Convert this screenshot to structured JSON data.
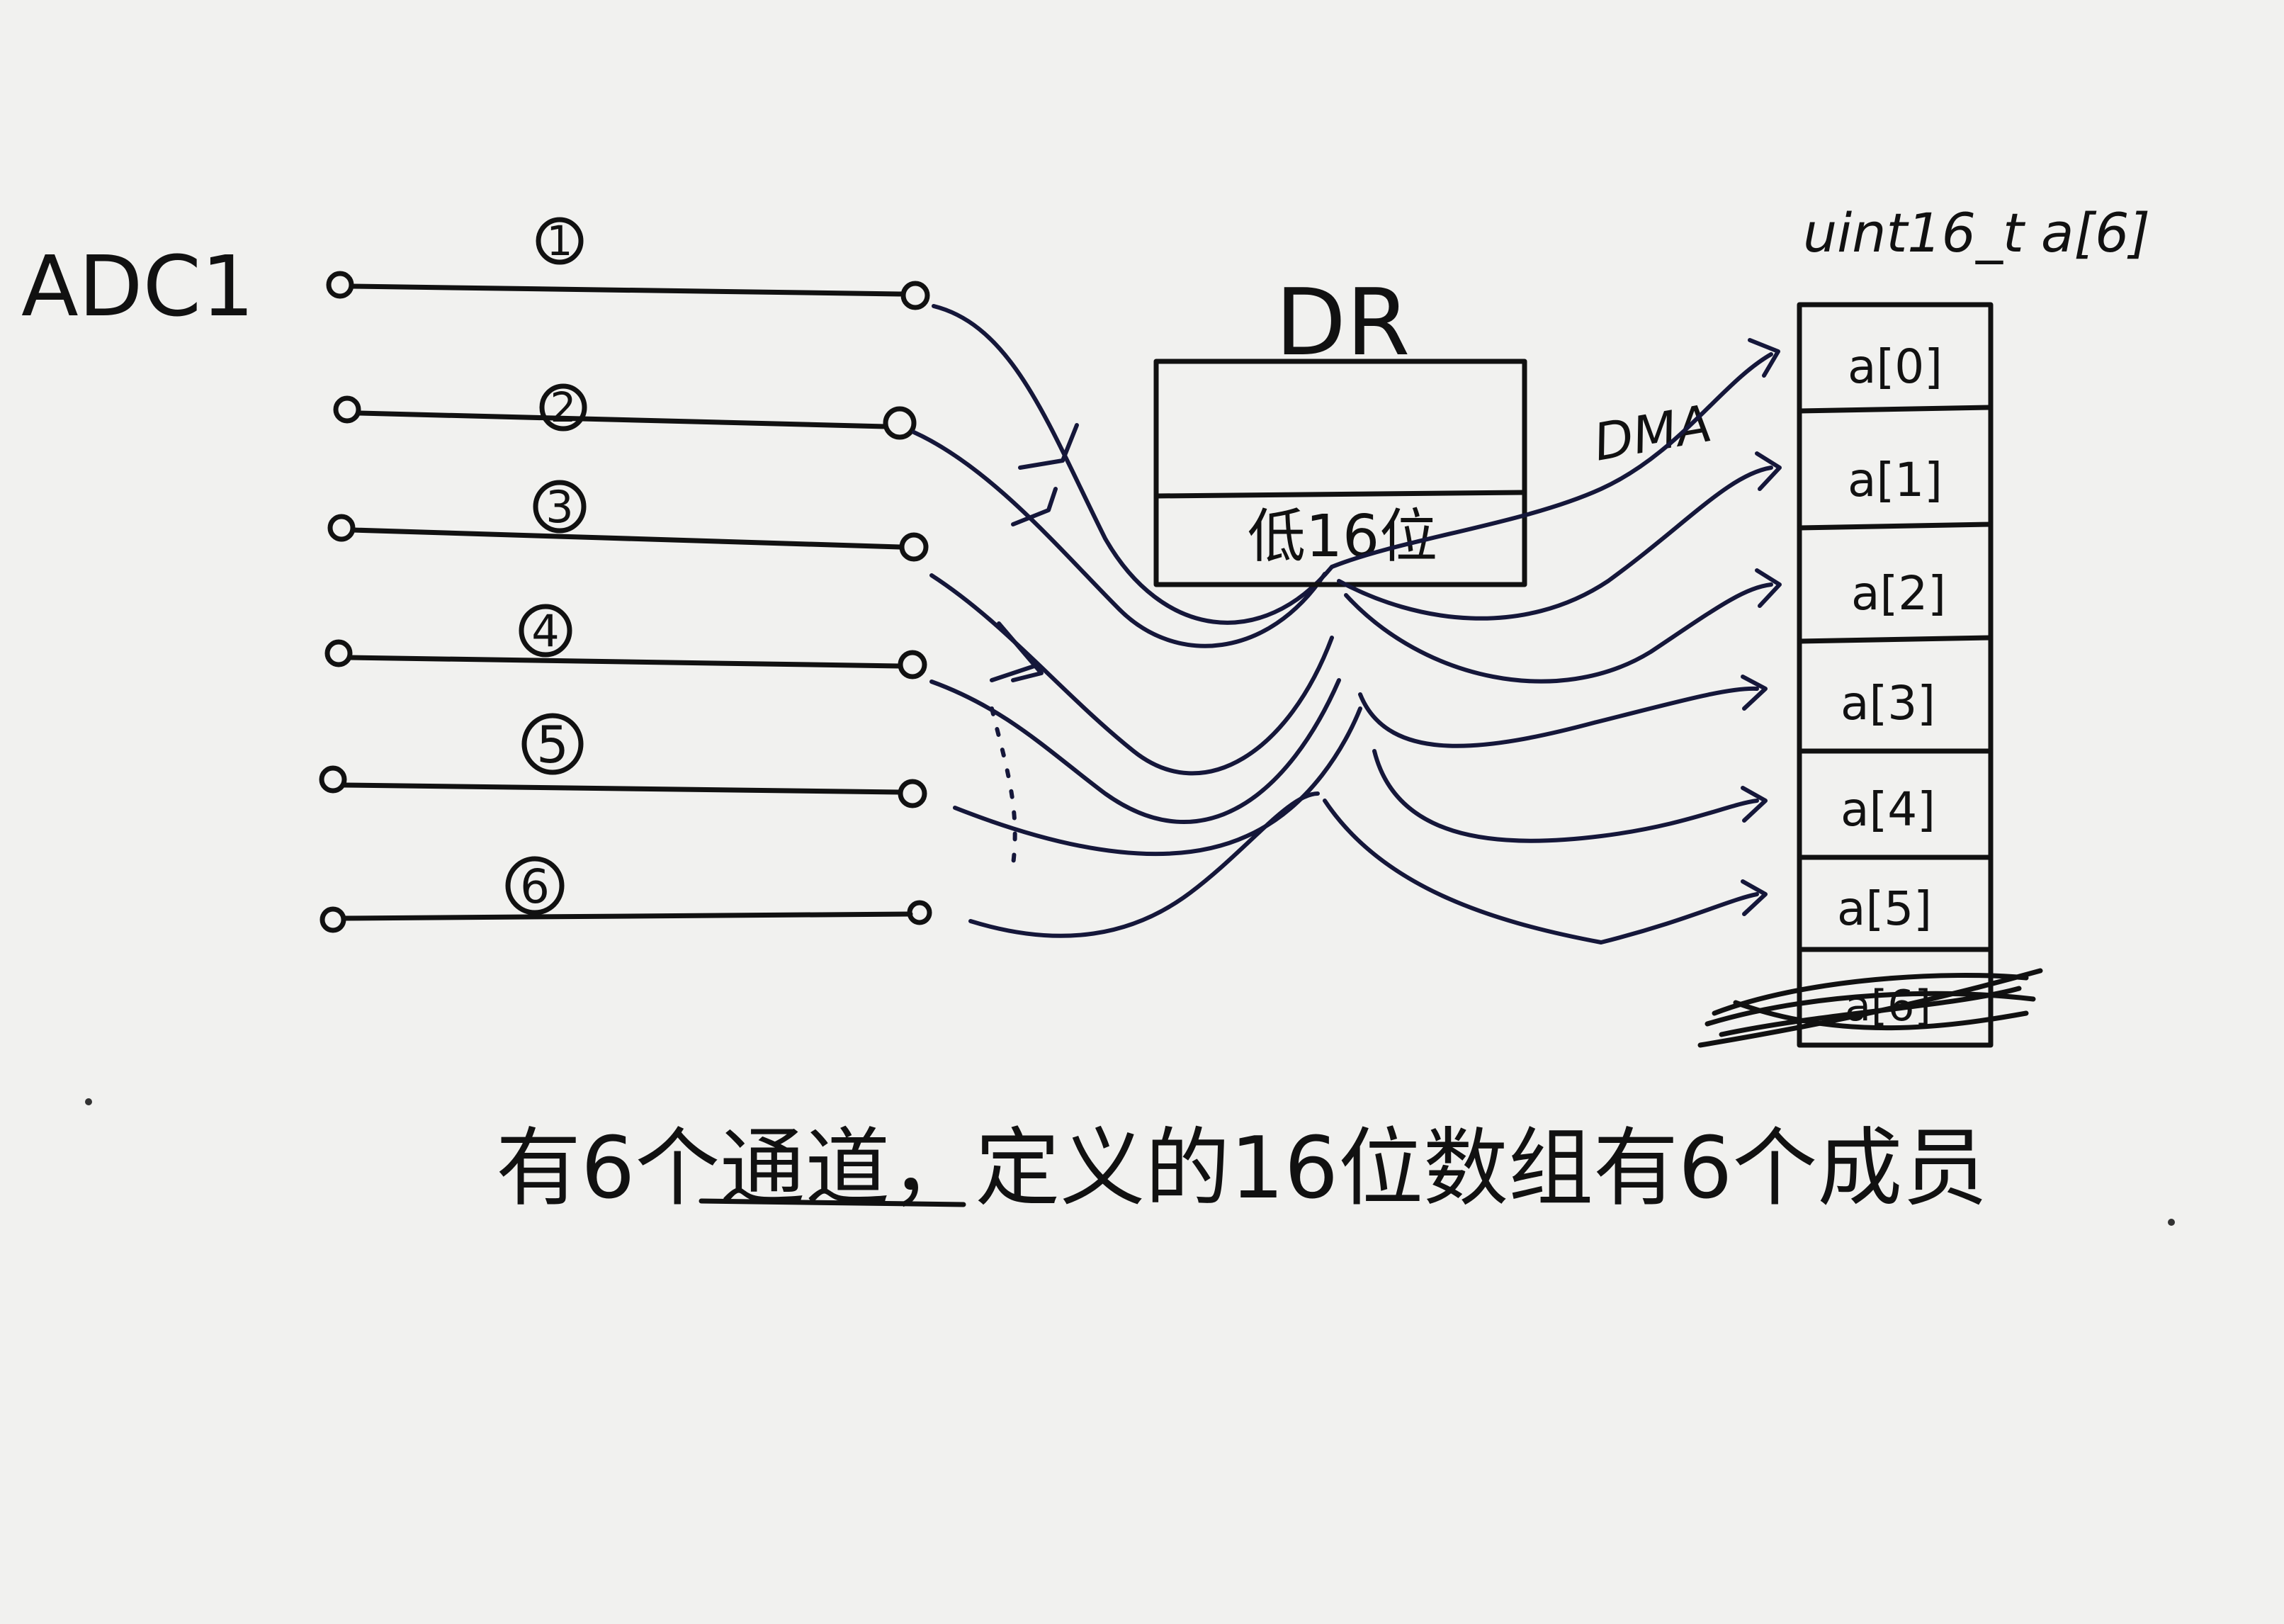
{
  "adc_label": "ADC1",
  "register_label": "DR",
  "register_lower_label": "低16位",
  "dma_label": "DMA",
  "array_declaration": "uint16_t a[6]",
  "channels": [
    "1",
    "2",
    "3",
    "4",
    "5",
    "6"
  ],
  "array_cells": [
    "a[0]",
    "a[1]",
    "a[2]",
    "a[3]",
    "a[4]",
    "a[5]"
  ],
  "crossed_out_cell": "a[6]",
  "caption": "有6个通道，定义的16位数组有6个成员",
  "colors": {
    "paper": "#f1f1ef",
    "ink": "#111111",
    "blue_ink": "#15173a"
  }
}
